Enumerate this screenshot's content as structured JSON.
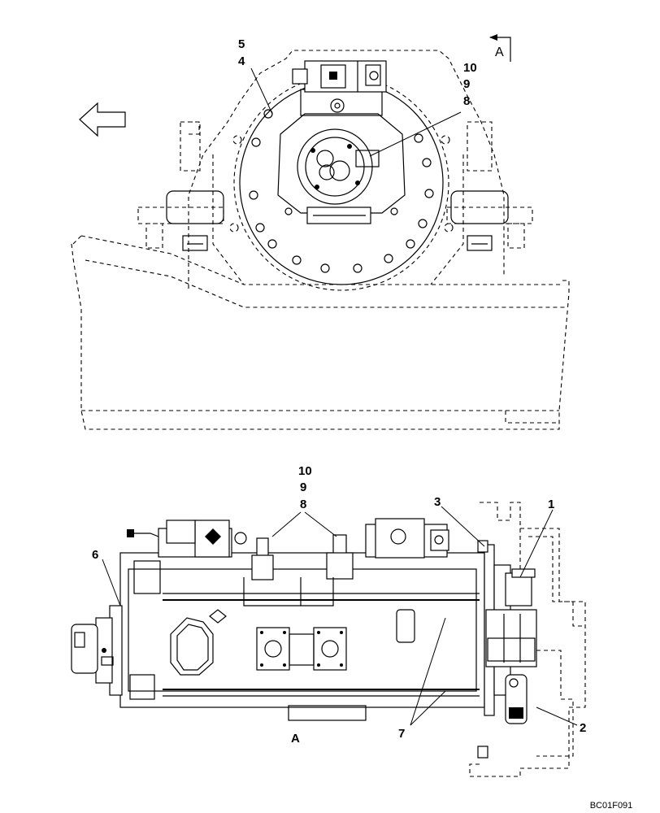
{
  "diagram": {
    "view_label": "A",
    "view_arrow_label": "A",
    "top_view": {
      "callouts": {
        "c5": "5",
        "c4": "4",
        "c10": "10",
        "c9": "9",
        "c8": "8"
      }
    },
    "bottom_view": {
      "callouts": {
        "c10": "10",
        "c9": "9",
        "c8": "8",
        "c3": "3",
        "c1": "1",
        "c6": "6",
        "c2": "2",
        "c7": "7"
      }
    },
    "drawing_code": "BC01F091",
    "icons": {
      "direction_arrow": "left-arrow-icon"
    }
  }
}
